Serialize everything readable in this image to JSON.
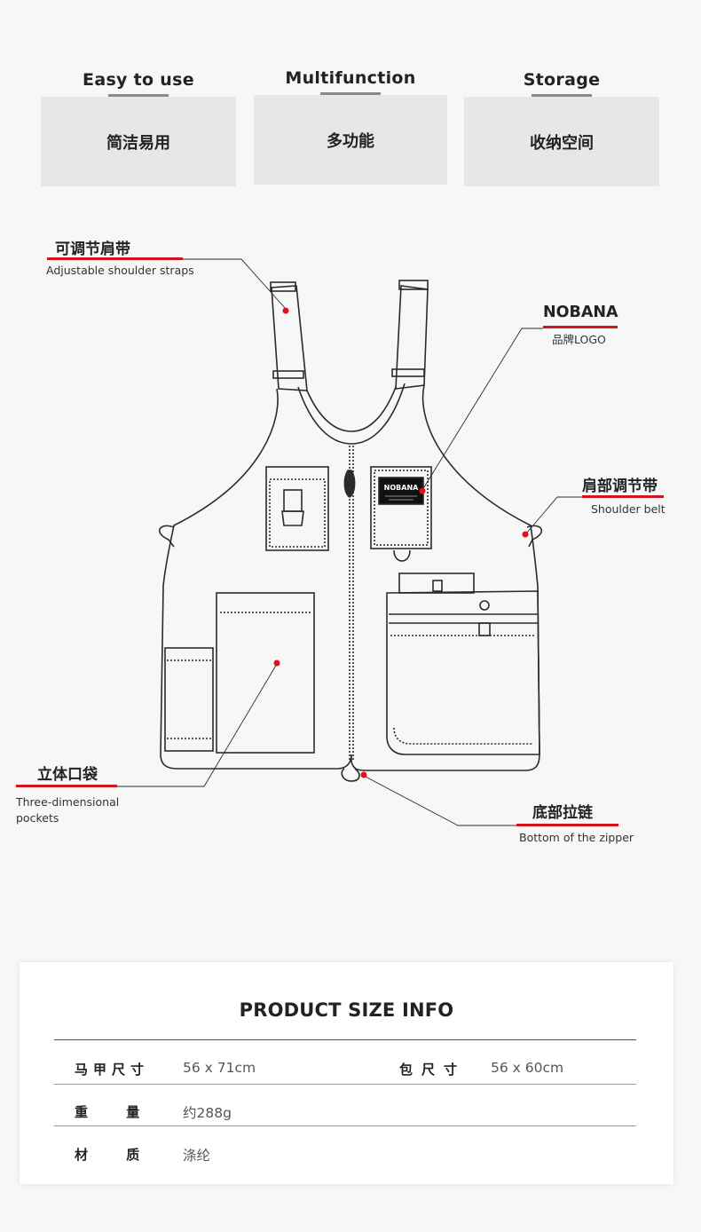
{
  "features": [
    {
      "en": "Easy to use",
      "cn": "简洁易用"
    },
    {
      "en": "Multifunction",
      "cn": "多功能"
    },
    {
      "en": "Storage",
      "cn": "收纳空间"
    }
  ],
  "callouts": {
    "straps": {
      "cn": "可调节肩带",
      "en": "Adjustable shoulder straps"
    },
    "logo": {
      "cn": "NOBANA",
      "en": "品牌LOGO"
    },
    "belt": {
      "cn": "肩部调节带",
      "en": "Shoulder  belt"
    },
    "pockets": {
      "cn": "立体口袋",
      "en_line1": "Three-dimensional",
      "en_line2": "pockets"
    },
    "zipper": {
      "cn": "底部拉链",
      "en": "Bottom of the zipper"
    }
  },
  "vest_label": {
    "brand": "NOBANA"
  },
  "accent_color": "#d2141b",
  "size_info": {
    "title": "PRODUCT  SIZE INFO",
    "rows": [
      {
        "label": "马甲尺寸",
        "value": "56 x 71cm",
        "label2": "包尺寸",
        "value2": "56 x 60cm"
      },
      {
        "label": "重  量",
        "value": "约288g"
      },
      {
        "label": "材  质",
        "value": "涤纶"
      }
    ]
  }
}
